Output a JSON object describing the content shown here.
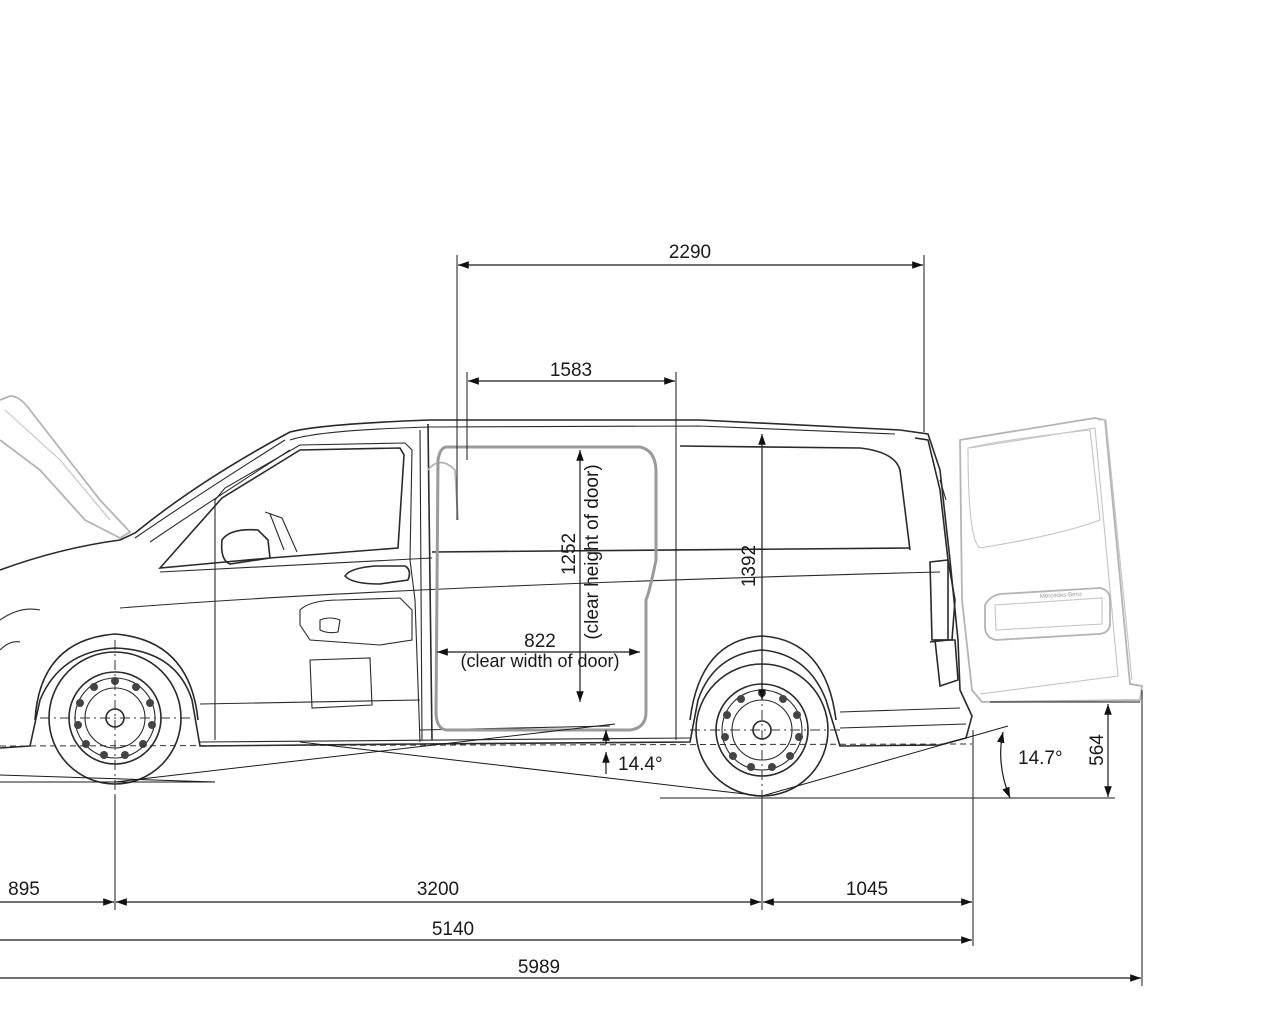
{
  "dimensions": {
    "load_length_floor": "2290",
    "load_length_roof": "1583",
    "door_clear_height_value": "1252",
    "door_clear_height_note": "(clear height of door)",
    "interior_height": "1392",
    "door_clear_width_value": "822",
    "door_clear_width_note": "(clear width of door)",
    "ramp_angle": "14.4°",
    "departure_angle": "14.7°",
    "rear_sill_height": "564",
    "front_overhang": "895",
    "wheelbase": "3200",
    "rear_overhang": "1045",
    "length_without_door": "5140",
    "length_with_open_door": "5989"
  },
  "badge": {
    "brand_text": "Mercedes-Benz"
  }
}
